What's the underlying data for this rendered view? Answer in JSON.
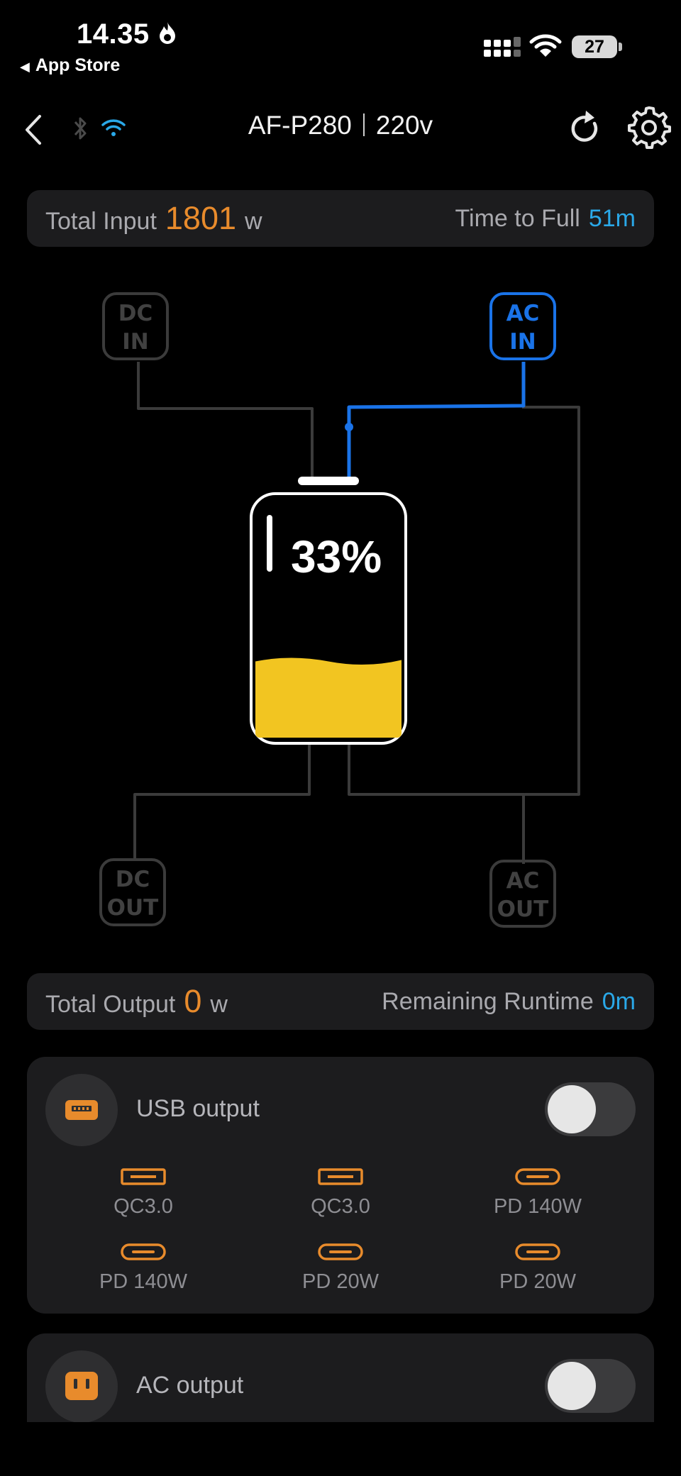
{
  "status_bar": {
    "time": "14.35",
    "back_app": "App Store",
    "battery_level": "27"
  },
  "header": {
    "device": "AF-P280",
    "voltage": "220v"
  },
  "input_bar": {
    "label": "Total Input",
    "value": "1801",
    "unit": "w",
    "time_label": "Time to Full",
    "time_value": "51m"
  },
  "diagram": {
    "battery_percent": "33%",
    "battery_fill_fraction": 0.33,
    "ports": {
      "dc_in": [
        "DC",
        "IN"
      ],
      "ac_in": [
        "AC",
        "IN"
      ],
      "dc_out": [
        "DC",
        "OUT"
      ],
      "ac_out": [
        "AC",
        "OUT"
      ]
    },
    "active_input": "ac_in",
    "colors": {
      "active": "#1a73e8",
      "inactive": "#3b3b3b",
      "fill": "#f2c521"
    }
  },
  "output_bar": {
    "label": "Total Output",
    "value": "0",
    "unit": "w",
    "time_label": "Remaining Runtime",
    "time_value": "0m"
  },
  "usb_card": {
    "title": "USB output",
    "enabled": false,
    "ports": [
      {
        "label": "QC3.0",
        "kind": "usb-a"
      },
      {
        "label": "QC3.0",
        "kind": "usb-a"
      },
      {
        "label": "PD 140W",
        "kind": "usb-c"
      },
      {
        "label": "PD 140W",
        "kind": "usb-c"
      },
      {
        "label": "PD 20W",
        "kind": "usb-c"
      },
      {
        "label": "PD 20W",
        "kind": "usb-c"
      }
    ]
  },
  "ac_card": {
    "title": "AC output",
    "enabled": false
  },
  "accent_colors": {
    "orange": "#e88b2c",
    "blue": "#2aa8e8"
  }
}
